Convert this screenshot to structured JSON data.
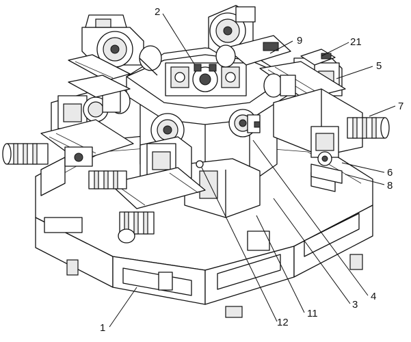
{
  "callouts": [
    {
      "id": "1",
      "label": "1"
    },
    {
      "id": "2",
      "label": "2"
    },
    {
      "id": "3",
      "label": "3"
    },
    {
      "id": "4",
      "label": "4"
    },
    {
      "id": "5",
      "label": "5"
    },
    {
      "id": "6",
      "label": "6"
    },
    {
      "id": "7",
      "label": "7"
    },
    {
      "id": "8",
      "label": "8"
    },
    {
      "id": "9",
      "label": "9"
    },
    {
      "id": "11",
      "label": "11"
    },
    {
      "id": "12",
      "label": "12"
    },
    {
      "id": "21",
      "label": "21"
    }
  ]
}
